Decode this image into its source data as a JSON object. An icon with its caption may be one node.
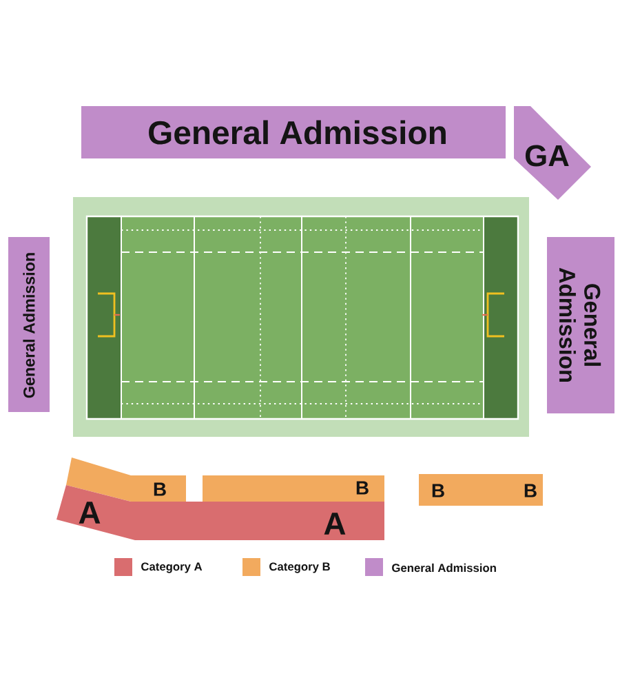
{
  "diagram": {
    "nodes": [
      {
        "text": [
          "General Admission"
        ]
      },
      {
        "text": [
          "GA"
        ]
      },
      {
        "text": [
          "General Admission"
        ]
      },
      {
        "text": [
          "General Admission"
        ]
      },
      {
        "text": [
          "B"
        ]
      },
      {
        "text": [
          "B"
        ]
      },
      {
        "text": [
          "B",
          "B"
        ]
      },
      {
        "text": [
          "A",
          "A"
        ]
      }
    ],
    "legend": [
      {
        "text": "Category A",
        "color": "#d96d6f"
      },
      {
        "text": "Category B",
        "color": "#f2aa5e"
      },
      {
        "text": "General Admission",
        "color": "#c08cc9"
      }
    ]
  }
}
